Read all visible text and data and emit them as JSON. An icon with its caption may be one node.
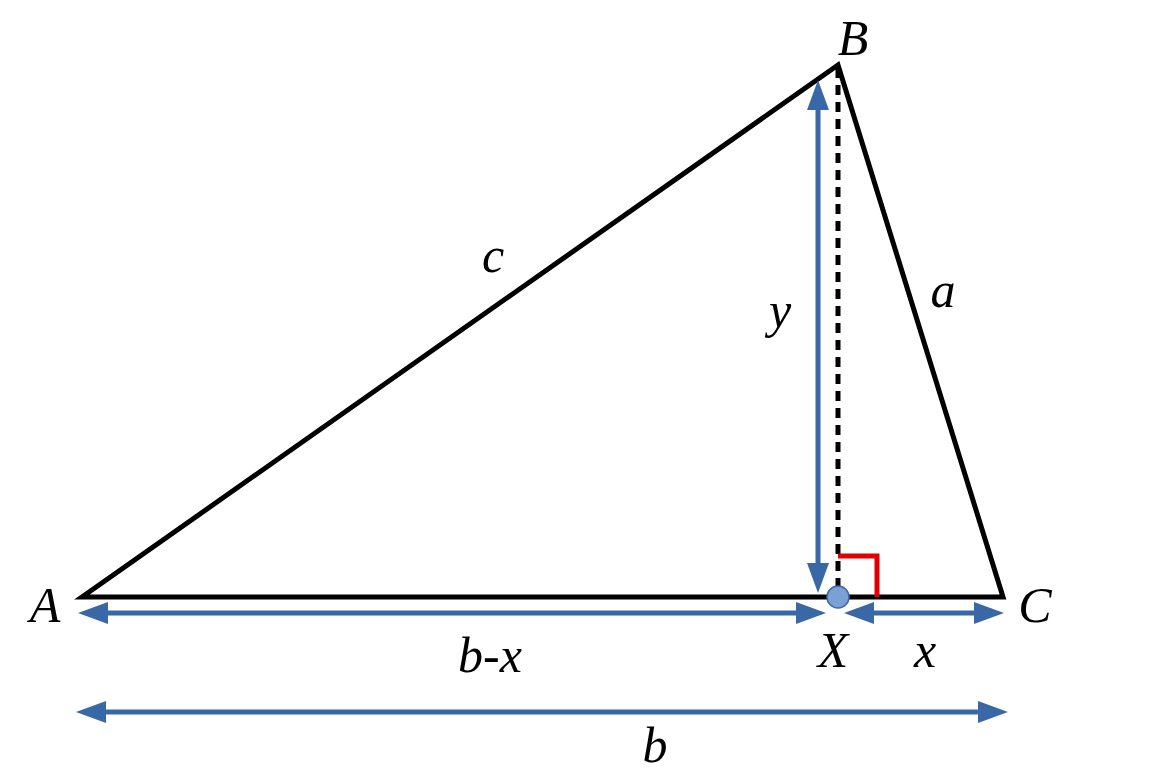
{
  "diagram": {
    "labels": [
      "B",
      "c",
      "a",
      "y",
      "A",
      "C",
      "b-x",
      "X",
      "x",
      "b"
    ]
  }
}
